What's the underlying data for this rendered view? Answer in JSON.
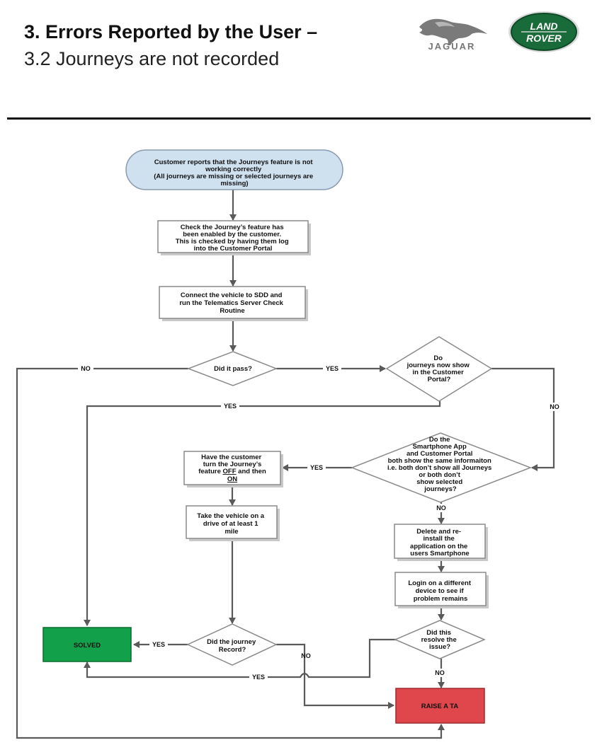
{
  "header": {
    "title": "3. Errors Reported by the User –",
    "subtitle": "3.2 Journeys are not recorded",
    "jaguar_wordmark": "JAGUAR",
    "landrover_line1": "LAND",
    "landrover_line2": "ROVER"
  },
  "colors": {
    "start_fill": "#cfe0ef",
    "solved_fill": "#12a14a",
    "raise_fill": "#e0474c",
    "landrover_green": "#1a6b3a"
  },
  "nodes": {
    "start": [
      "Customer reports that the Journeys feature is not",
      "working correctly",
      "(All journeys are missing or selected journeys are",
      "missing)"
    ],
    "check_enabled": [
      "Check the Journey’s feature has",
      "been enabled by the customer.",
      "This is checked by having them log",
      "into the Customer Portal"
    ],
    "connect_sdd": [
      "Connect the vehicle to SDD and",
      "run the Telematics Server Check",
      "Routine"
    ],
    "did_it_pass": [
      "Did it pass?"
    ],
    "journeys_show": [
      "Do",
      "journeys now show",
      "in the Customer",
      "Portal?"
    ],
    "both_same": [
      "Do the",
      "Smartphone App",
      "and Customer Portal",
      "both show the same informaiton",
      "i.e. both don’t show all Journeys",
      "or both don’t",
      "show selected",
      "journeys?"
    ],
    "toggle_feature_pre": "Have the customer",
    "toggle_feature_line2": "turn the Journey’s",
    "toggle_feature_off": "OFF",
    "toggle_feature_feature": "feature ",
    "toggle_feature_andthen": " and then",
    "toggle_feature_on": "ON",
    "drive": [
      "Take the vehicle on a",
      "drive of at least 1",
      "mile"
    ],
    "reinstall": [
      "Delete and re-",
      "install the",
      "application on the",
      "users Smartphone"
    ],
    "login_device": [
      "Login on a different",
      "device to see if",
      "problem remains"
    ],
    "journey_record": [
      "Did the journey",
      "Record?"
    ],
    "resolve_issue": [
      "Did this",
      "resolve the",
      "issue?"
    ],
    "solved": "SOLVED",
    "raise_ta": "RAISE A TA"
  },
  "edges": {
    "yes": "YES",
    "no": "NO"
  }
}
